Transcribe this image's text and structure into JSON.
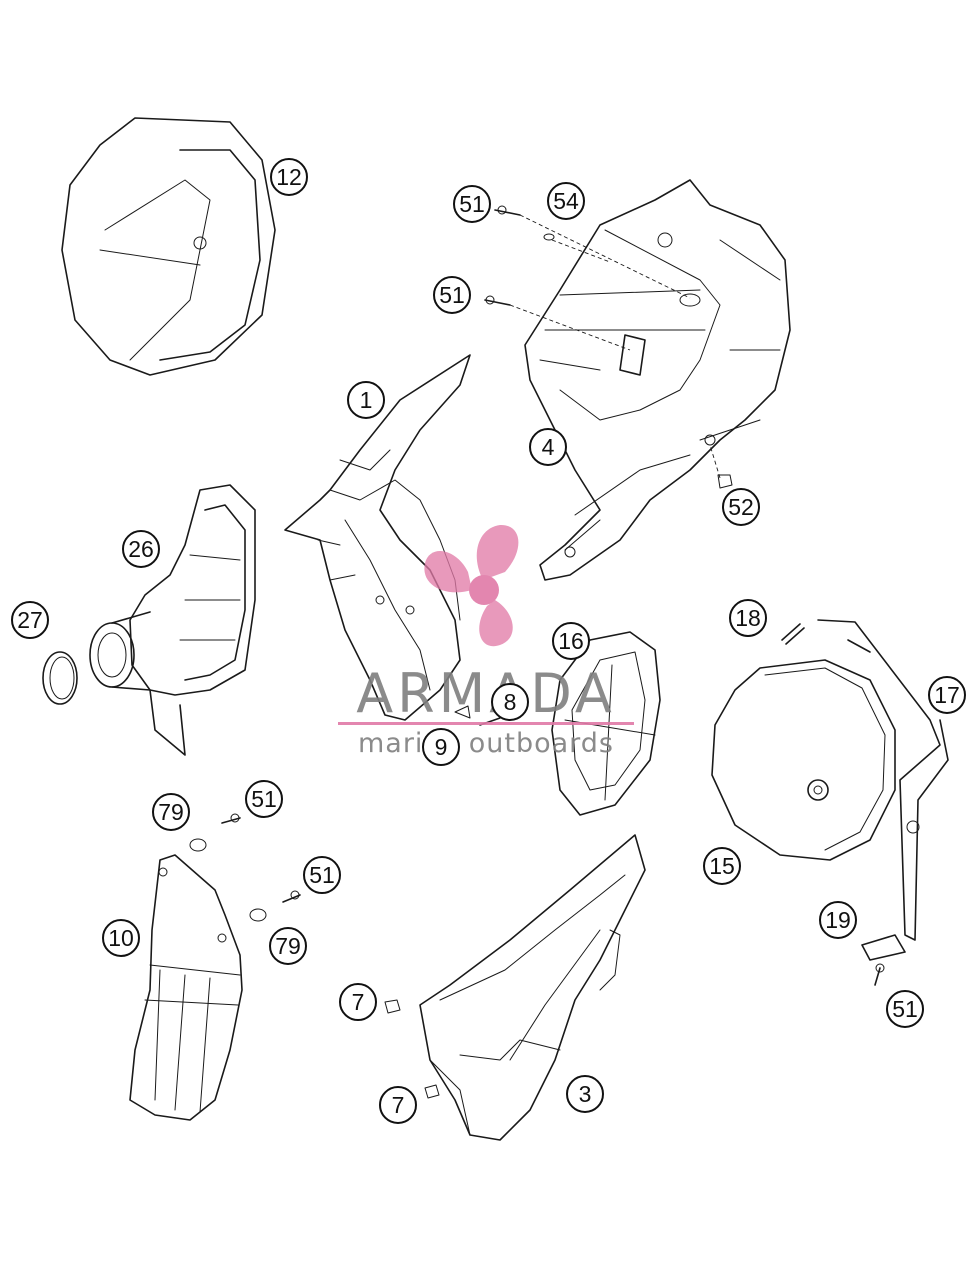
{
  "callouts": {
    "c12": "12",
    "c51a": "51",
    "c54": "54",
    "c51b": "51",
    "c1": "1",
    "c4": "4",
    "c52": "52",
    "c26": "26",
    "c27": "27",
    "c16": "16",
    "c18": "18",
    "c17": "17",
    "c8": "8",
    "c9": "9",
    "c79a": "79",
    "c51c": "51",
    "c51d": "51",
    "c79b": "79",
    "c10": "10",
    "c15": "15",
    "c19": "19",
    "c51e": "51",
    "c7a": "7",
    "c7b": "7",
    "c3": "3"
  },
  "watermark": {
    "brand": "ARMADA",
    "tagline": "marine outboards",
    "colors": {
      "logo": "#e07aa7",
      "text": "#7f7f7f",
      "underline": "#e07aa7"
    }
  }
}
